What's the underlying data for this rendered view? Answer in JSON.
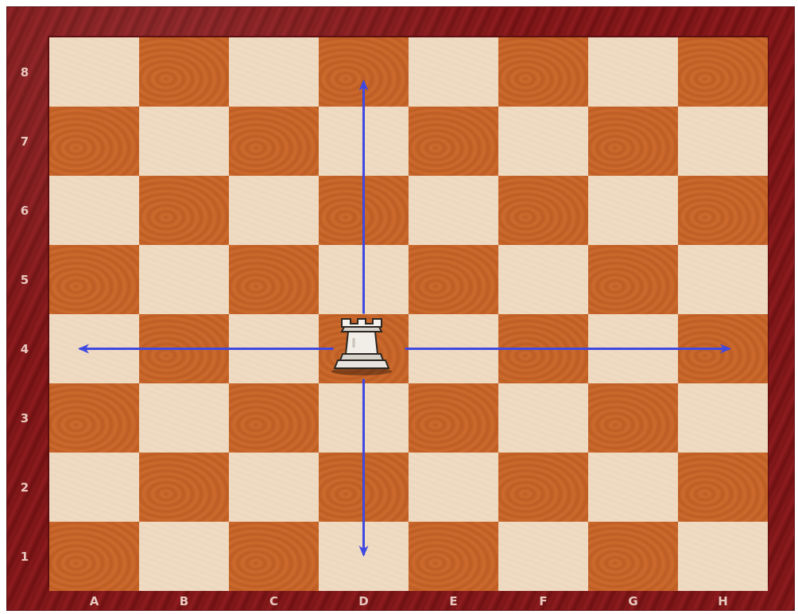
{
  "board": {
    "files": [
      "A",
      "B",
      "C",
      "D",
      "E",
      "F",
      "G",
      "H"
    ],
    "ranks": [
      "8",
      "7",
      "6",
      "5",
      "4",
      "3",
      "2",
      "1"
    ]
  },
  "piece": {
    "type": "rook",
    "color": "white",
    "square": "D4",
    "icon": "rook-icon"
  },
  "arrows": [
    {
      "direction": "up",
      "to": "D8"
    },
    {
      "direction": "down",
      "to": "D1"
    },
    {
      "direction": "left",
      "to": "A4"
    },
    {
      "direction": "right",
      "to": "H4"
    }
  ],
  "colors": {
    "frame": "#7d1517",
    "light_square": "#f0dcc4",
    "dark_square": "#c8672c",
    "arrow": "#3f48e0",
    "label": "#e8c9bf"
  }
}
